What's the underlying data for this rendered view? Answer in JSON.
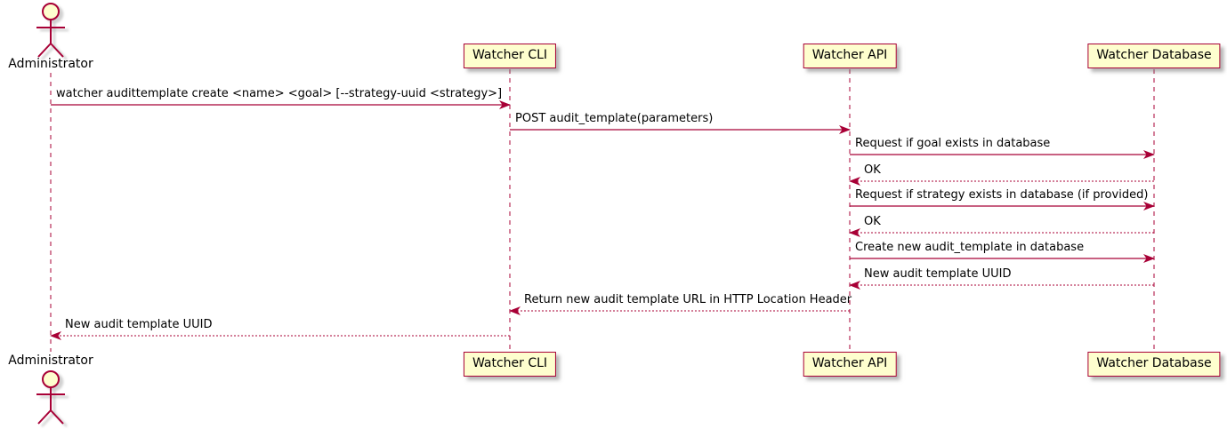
{
  "diagram": {
    "type": "uml-sequence-diagram",
    "colors": {
      "line": "#A80036",
      "participant_fill": "#FEFECE",
      "text": "#000000",
      "background": "#FFFFFF",
      "shadow": "#999999"
    },
    "actor": {
      "name": "Administrator"
    },
    "participants": [
      {
        "name": "Watcher CLI"
      },
      {
        "name": "Watcher API"
      },
      {
        "name": "Watcher Database"
      }
    ],
    "messages": [
      {
        "from": "Administrator",
        "to": "Watcher CLI",
        "label": "watcher audittemplate create <name> <goal> [--strategy-uuid <strategy>]",
        "style": "solid"
      },
      {
        "from": "Watcher CLI",
        "to": "Watcher API",
        "label": "POST audit_template(parameters)",
        "style": "solid"
      },
      {
        "from": "Watcher API",
        "to": "Watcher Database",
        "label": "Request if goal exists in database",
        "style": "solid"
      },
      {
        "from": "Watcher Database",
        "to": "Watcher API",
        "label": "OK",
        "style": "dashed"
      },
      {
        "from": "Watcher API",
        "to": "Watcher Database",
        "label": "Request if strategy exists in database (if provided)",
        "style": "solid"
      },
      {
        "from": "Watcher Database",
        "to": "Watcher API",
        "label": "OK",
        "style": "dashed"
      },
      {
        "from": "Watcher API",
        "to": "Watcher Database",
        "label": "Create new audit_template in database",
        "style": "solid"
      },
      {
        "from": "Watcher Database",
        "to": "Watcher API",
        "label": "New audit template UUID",
        "style": "dashed"
      },
      {
        "from": "Watcher API",
        "to": "Watcher CLI",
        "label": "Return new audit template URL in HTTP Location Header",
        "style": "dashed"
      },
      {
        "from": "Watcher CLI",
        "to": "Administrator",
        "label": "New audit template UUID",
        "style": "dashed"
      }
    ]
  }
}
